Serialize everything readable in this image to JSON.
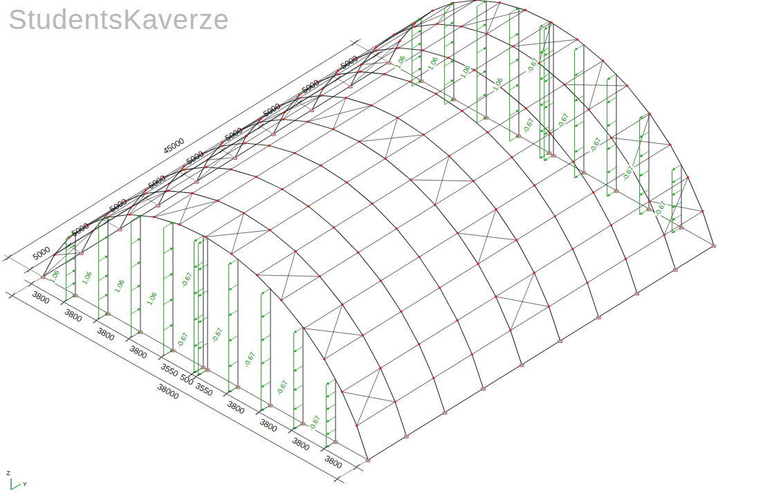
{
  "diagram": {
    "labels": [
      "StudentsKaverze",
      "45000",
      "5000",
      "5000",
      "5000",
      "5000",
      "5000",
      "5000",
      "5000",
      "5000",
      "5000",
      "3800",
      "3800",
      "3800",
      "3800",
      "3550",
      "500",
      "3550",
      "3800",
      "3800",
      "3800",
      "3800",
      "38000",
      "1.06",
      "1.06",
      "1.06",
      "1.06",
      "-0.67",
      "-0.67",
      "-0.67",
      "-0.67",
      "-0.67",
      "-0.67",
      "1.06",
      "1.06",
      "1.06",
      "1.06",
      "-0.67",
      "-0.67",
      "-0.67",
      "-0.67",
      "-0.67",
      "-0.67",
      "Z",
      "Y"
    ]
  }
}
